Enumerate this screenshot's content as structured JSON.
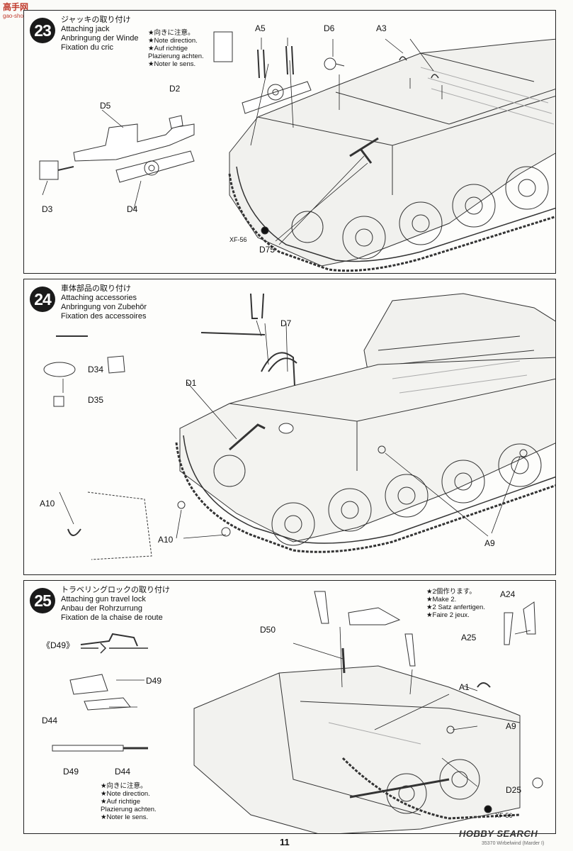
{
  "watermark": {
    "title": "高手网",
    "url": "gao-shou.net"
  },
  "page": {
    "number": "11",
    "footer_code": "35370 Wirbelwind (Marder I)",
    "brand": "HOBBY SEARCH"
  },
  "step23": {
    "number": "23",
    "titles": [
      "ジャッキの取り付け",
      "Attaching jack",
      "Anbringung der Winde",
      "Fixation du cric"
    ],
    "note": [
      "★向きに注意。",
      "★Note direction.",
      "★Auf richtige",
      "Plazierung achten.",
      "★Noter le sens."
    ],
    "labels": {
      "a5": "A5",
      "d6": "D6",
      "a3": "A3",
      "d2": "D2",
      "d5": "D5",
      "d3": "D3",
      "d4": "D4",
      "xf56": "XF-56",
      "d75": "D75"
    }
  },
  "step24": {
    "number": "24",
    "titles": [
      "車体部品の取り付け",
      "Attaching accessories",
      "Anbringung von Zubehör",
      "Fixation des accessoires"
    ],
    "labels": {
      "d7": "D7",
      "d34": "D34",
      "d35": "D35",
      "d1": "D1",
      "a10a": "A10",
      "a10b": "A10",
      "a9": "A9"
    }
  },
  "step25": {
    "number": "25",
    "titles": [
      "トラベリングロックの取り付け",
      "Attaching gun travel lock",
      "Anbau der Rohrzurrung",
      "Fixation de la chaise de route"
    ],
    "note_top": [
      "★2個作ります。",
      "★Make 2.",
      "★2 Satz anfertigen.",
      "★Faire 2 jeux."
    ],
    "note_bottom": [
      "★向きに注意。",
      "★Note direction.",
      "★Auf richtige",
      "Plazierung achten.",
      "★Noter le sens."
    ],
    "labels": {
      "a24": "A24",
      "a25": "A25",
      "d50": "D50",
      "d49ref": "《D49》",
      "d49a": "D49",
      "d44a": "D44",
      "d49b": "D49",
      "d44b": "D44",
      "a1": "A1",
      "a9": "A9",
      "d25": "D25",
      "xf56": "XF-56"
    }
  }
}
